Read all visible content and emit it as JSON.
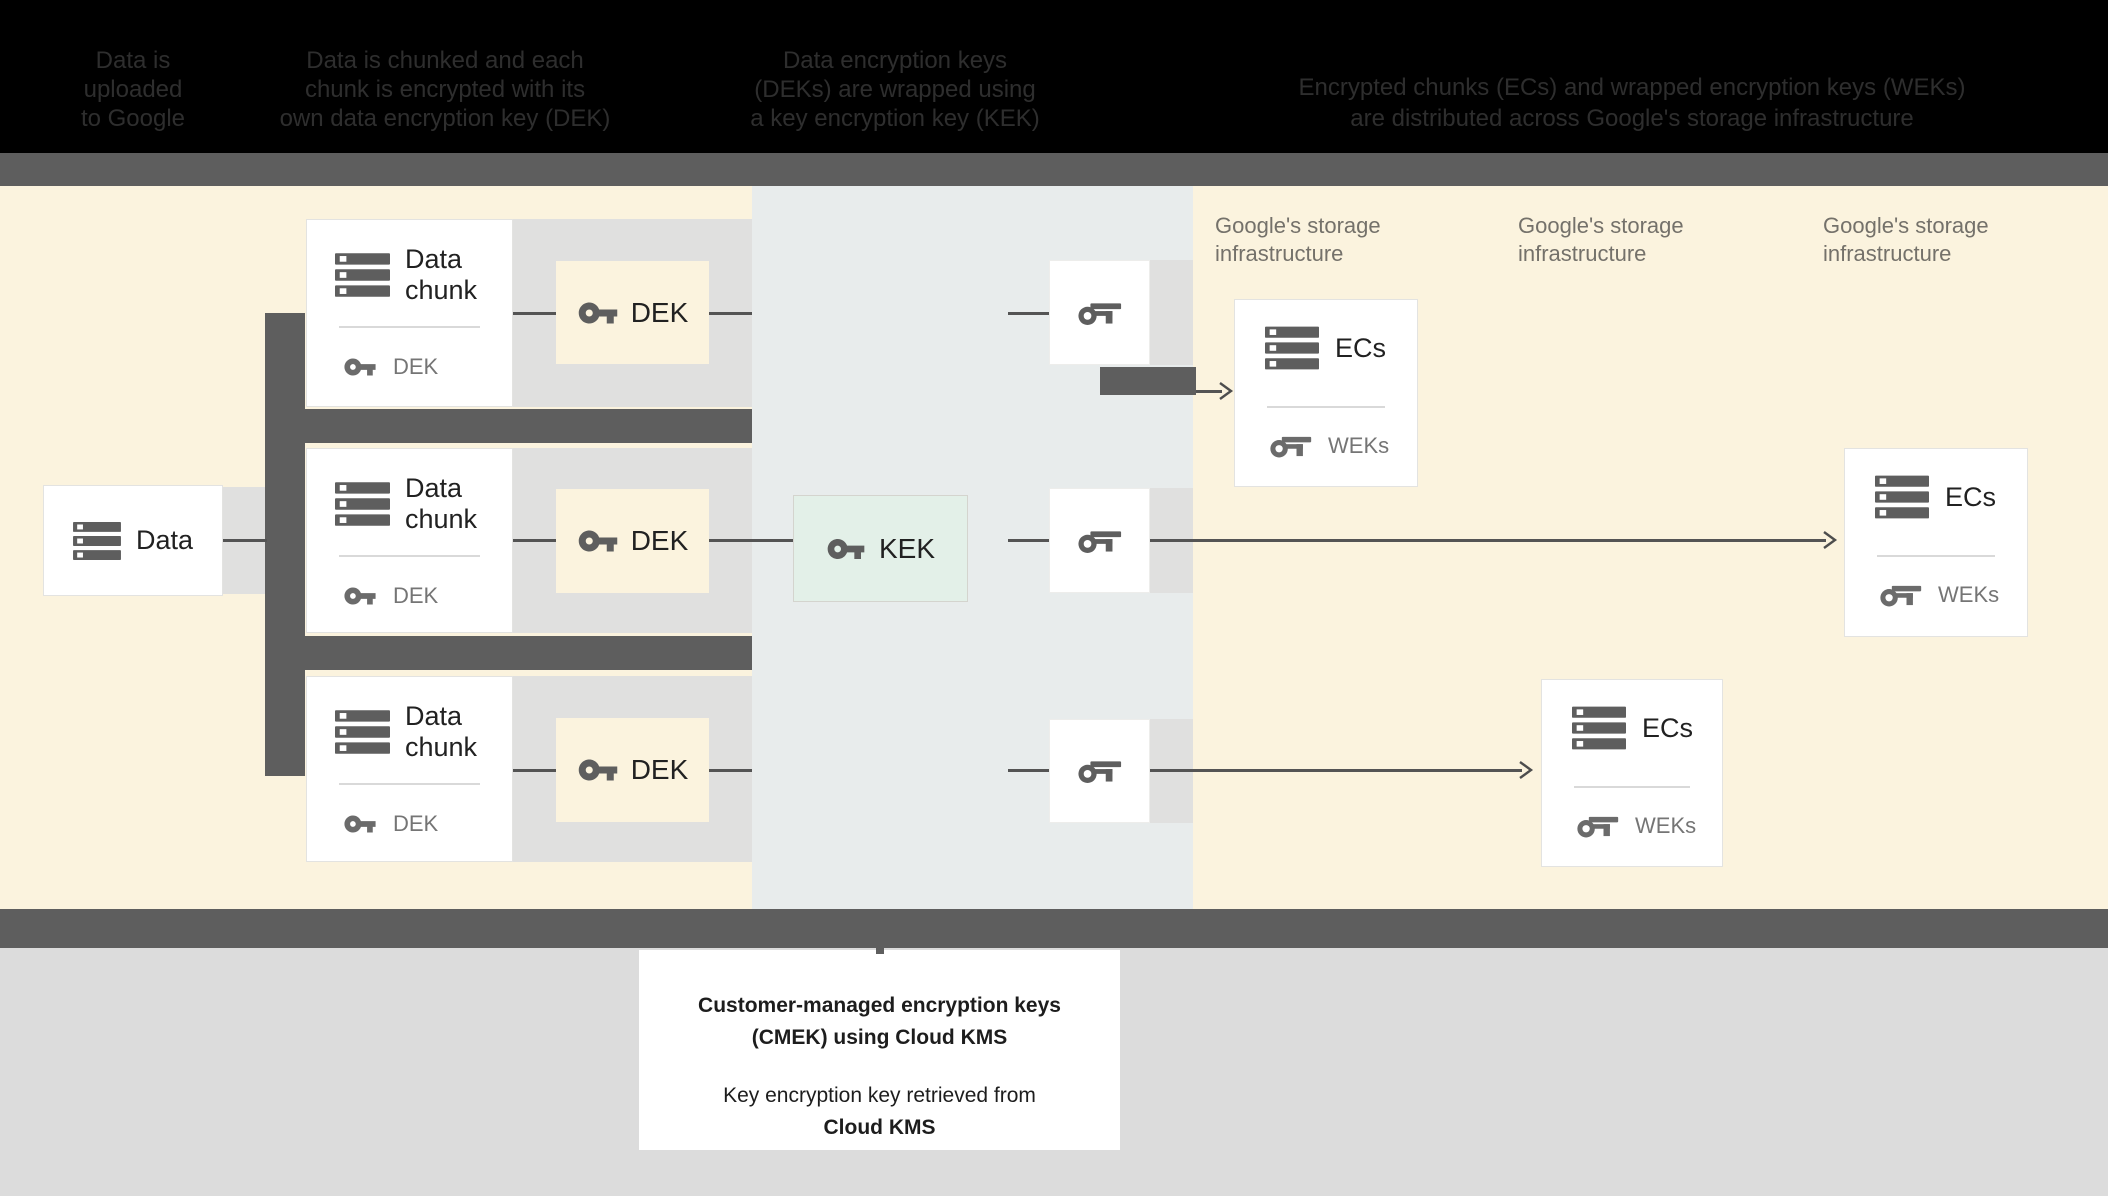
{
  "header": {
    "blocks": [
      {
        "lines": [
          "Data is",
          "uploaded",
          "to Google"
        ]
      },
      {
        "lines": [
          "Data is chunked and each",
          "chunk is encrypted with its",
          "own data encryption key (DEK)"
        ]
      },
      {
        "lines": [
          "Data encryption keys",
          "(DEKs) are wrapped using",
          "a key encryption key (KEK)"
        ]
      },
      {
        "lines": [
          "Encrypted chunks (ECs) and wrapped encryption keys (WEKs)",
          "are distributed across Google's storage infrastructure"
        ]
      }
    ]
  },
  "data_box": {
    "label": "Data"
  },
  "rows": [
    {
      "title_line1": "Data",
      "title_line2": "chunk",
      "inner_key_label": "DEK",
      "dek_box_label": "DEK"
    },
    {
      "title_line1": "Data",
      "title_line2": "chunk",
      "inner_key_label": "DEK",
      "dek_box_label": "DEK"
    },
    {
      "title_line1": "Data",
      "title_line2": "chunk",
      "inner_key_label": "DEK",
      "dek_box_label": "DEK"
    }
  ],
  "kek_box": {
    "label": "KEK"
  },
  "storage_labels": [
    {
      "line1": "Google's storage",
      "line2": "infrastructure"
    },
    {
      "line1": "Google's storage",
      "line2": "infrastructure"
    },
    {
      "line1": "Google's storage",
      "line2": "infrastructure"
    }
  ],
  "ec_cards": [
    {
      "title": "ECs",
      "key_label": "WEKs"
    },
    {
      "title": "ECs",
      "key_label": "WEKs"
    },
    {
      "title": "ECs",
      "key_label": "WEKs"
    }
  ],
  "caption": {
    "title_line1": "Customer-managed encryption keys",
    "title_line2": "(CMEK) using Cloud KMS",
    "body_line1": "Key encryption key retrieved from",
    "body_line2": "Cloud KMS"
  },
  "colors": {
    "header_bg": "#000000",
    "header_text": "#2E2E2E",
    "dark_bar": "#5E5E5E",
    "cream_bg": "#FBF3DE",
    "kms_column_bg": "#E8ECEC",
    "gray_band": "#E0E0DF",
    "kek_fill": "#E3F0E8",
    "connector_line": "#545454",
    "muted_text": "#757575",
    "storage_label_text": "#74716A",
    "bottom_bg": "#DCDCDC"
  }
}
